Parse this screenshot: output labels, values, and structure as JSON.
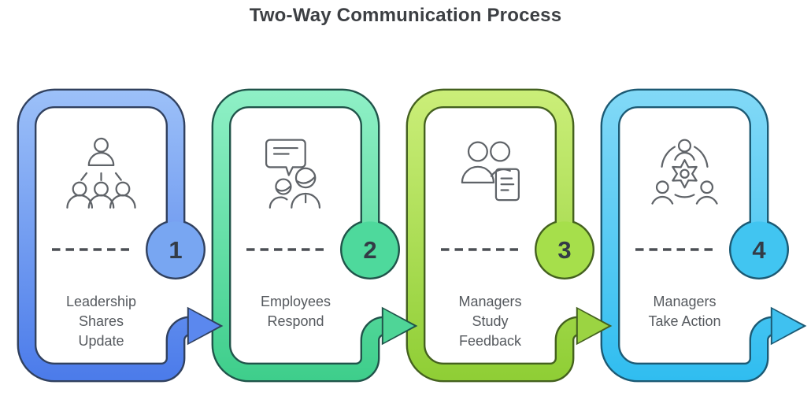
{
  "title": "Two-Way Communication Process",
  "steps": [
    {
      "number": "1",
      "label_lines": [
        "Leadership",
        "Shares",
        "Update"
      ],
      "icon": "leadership-broadcast-icon",
      "colors": {
        "gradient_top": "#9CC0F8",
        "gradient_bottom": "#4B7BEA",
        "badge": "#78A6F2",
        "outline": "#31415F",
        "arrow": "#5B88EE"
      }
    },
    {
      "number": "2",
      "label_lines": [
        "Employees",
        "Respond"
      ],
      "icon": "employees-respond-icon",
      "colors": {
        "gradient_top": "#8FF0C6",
        "gradient_bottom": "#3ECE8B",
        "badge": "#4ED99C",
        "outline": "#20544A",
        "arrow": "#4FD597"
      }
    },
    {
      "number": "3",
      "label_lines": [
        "Managers",
        "Study",
        "Feedback"
      ],
      "icon": "managers-study-feedback-icon",
      "colors": {
        "gradient_top": "#CBEE79",
        "gradient_bottom": "#8FCE35",
        "badge": "#A6DF4B",
        "outline": "#44611F",
        "arrow": "#9BD442"
      }
    },
    {
      "number": "4",
      "label_lines": [
        "Managers",
        "Take Action"
      ],
      "icon": "managers-take-action-icon",
      "colors": {
        "gradient_top": "#82D9F7",
        "gradient_bottom": "#30BDF0",
        "badge": "#41C5F1",
        "outline": "#1C5A74",
        "arrow": "#3FC1F0"
      }
    }
  ],
  "styles": {
    "background": "#FFFFFF",
    "title_color": "#3C3F43",
    "label_color": "#55595E",
    "dash_color": "#4B4F54",
    "number_color": "#333B46",
    "icon_stroke": "#5F6368"
  }
}
